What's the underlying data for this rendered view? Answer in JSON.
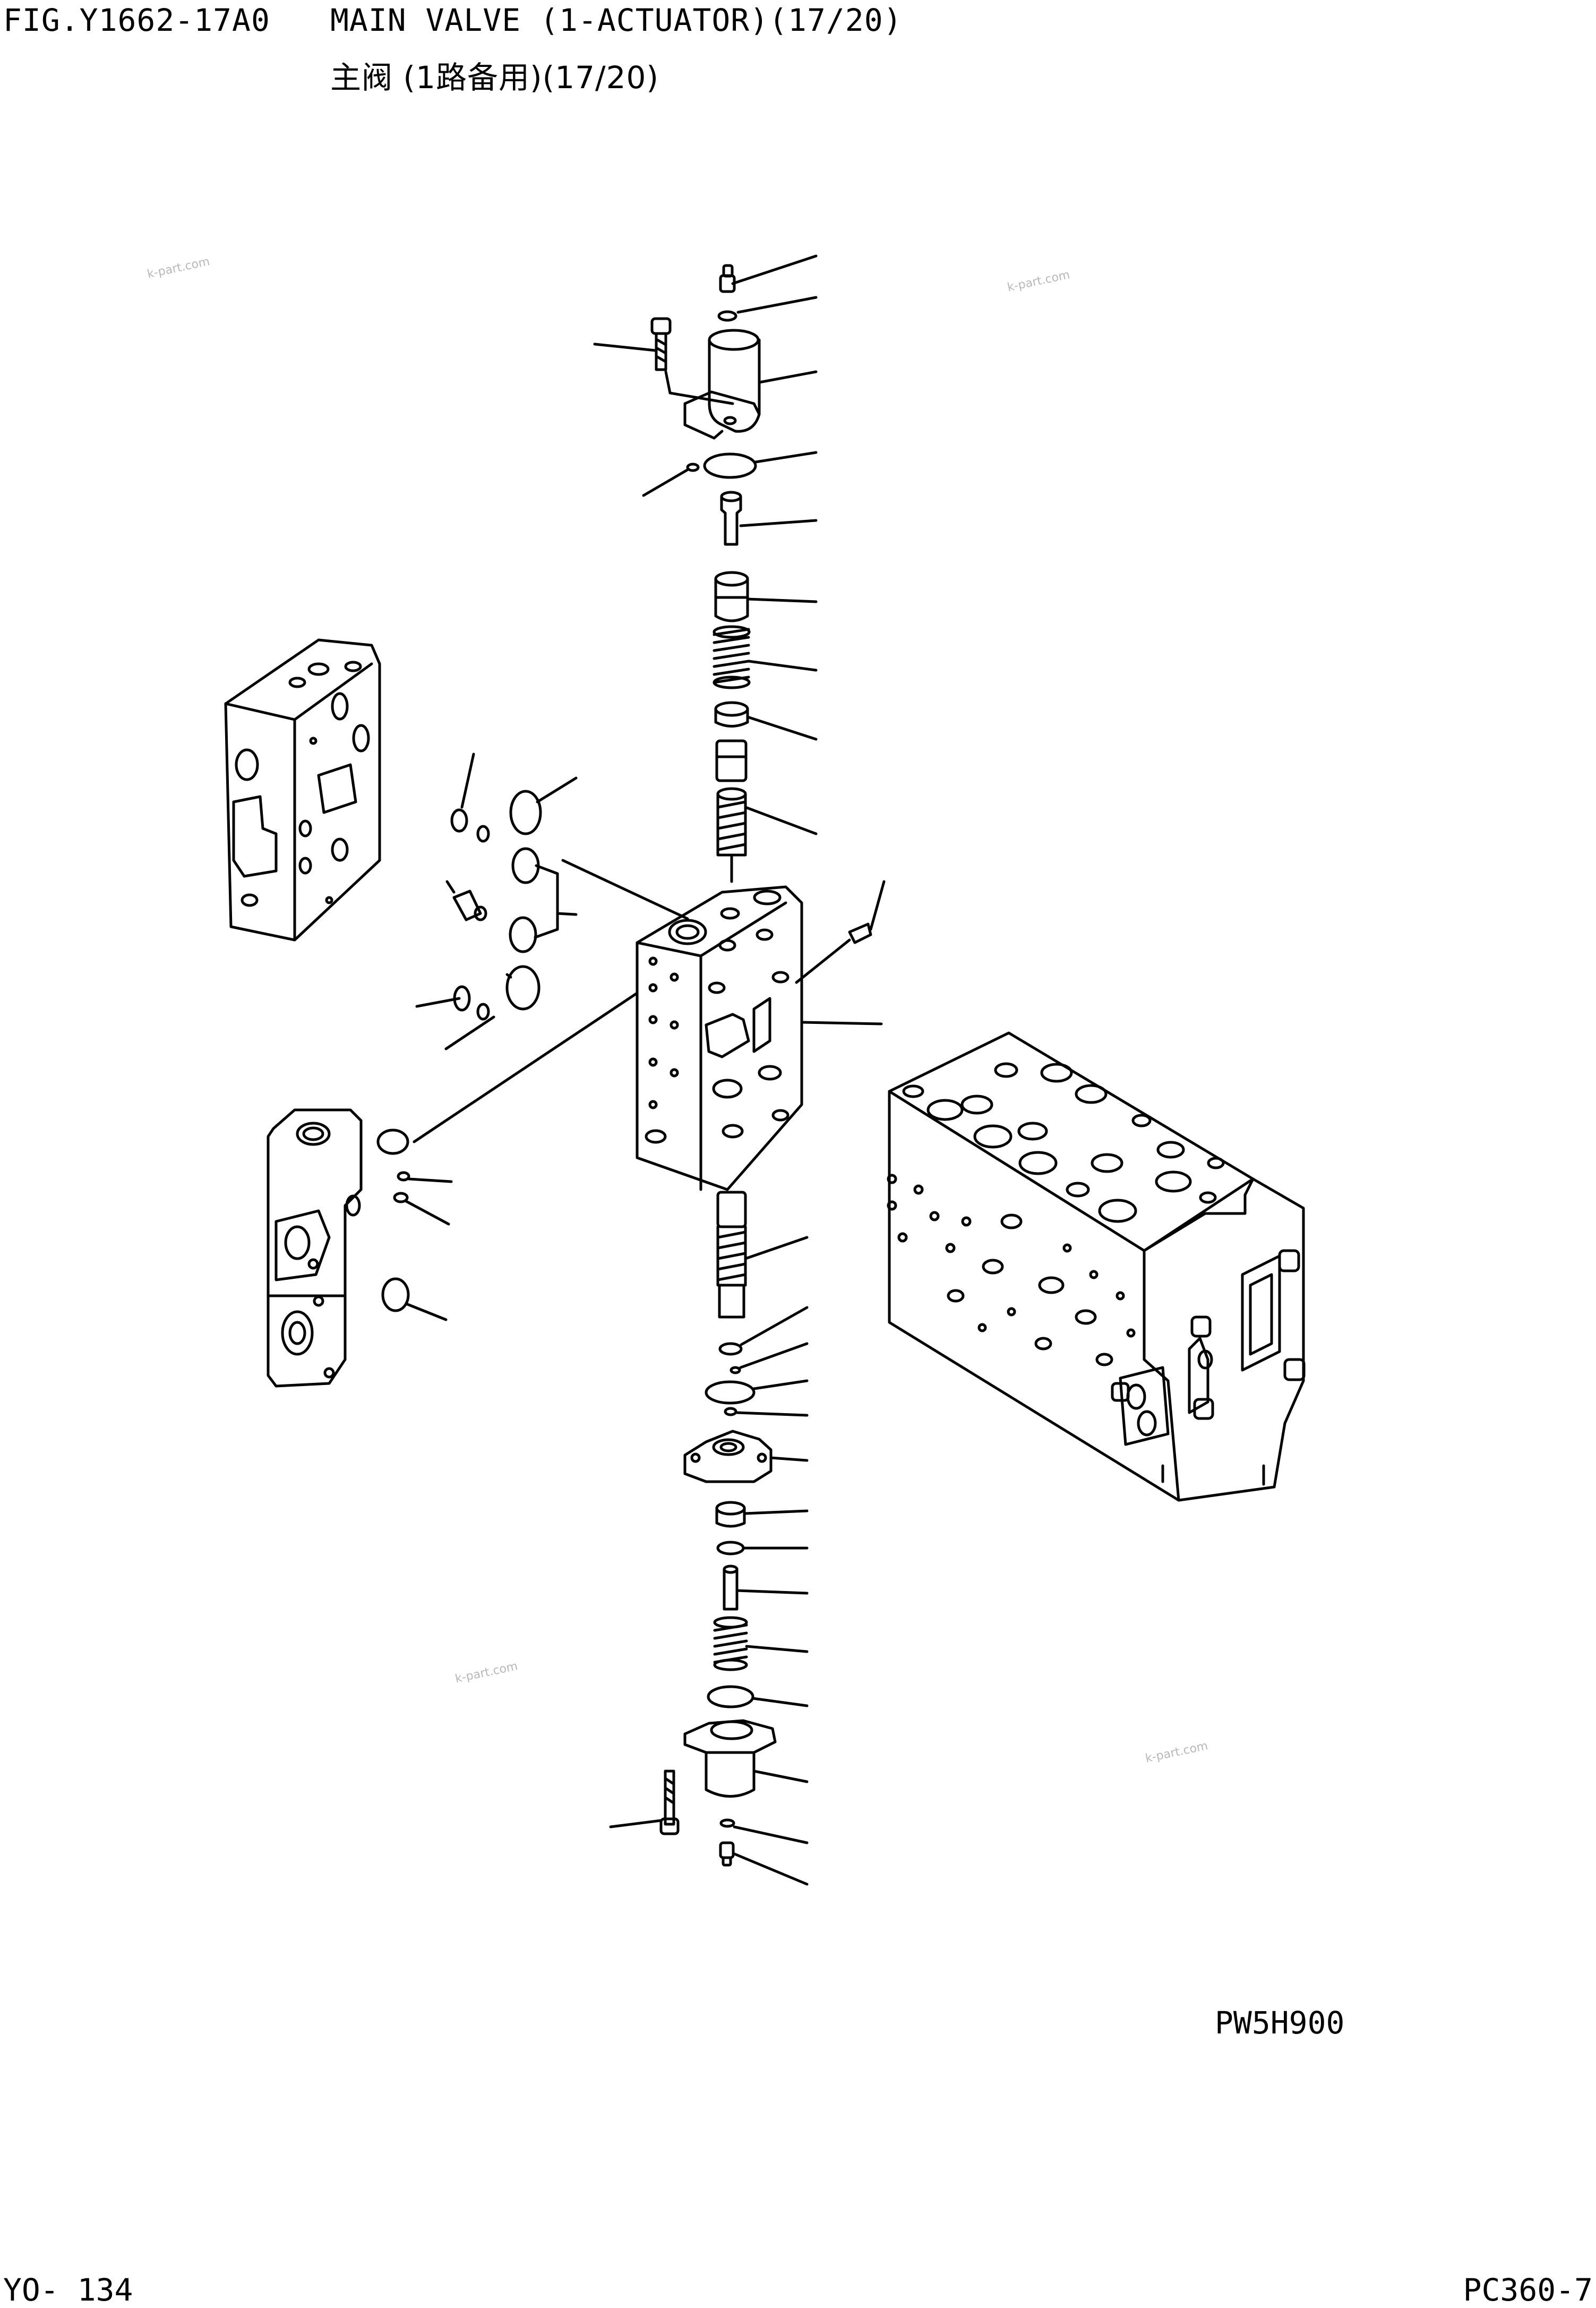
{
  "header": {
    "fig_id": "FIG.Y1662-17A0",
    "title_en": "MAIN VALVE (1-ACTUATOR)(17/20)",
    "title_cn": "主阀 (1路备用)(17/20)"
  },
  "drawing": {
    "reference_code": "PW5H900",
    "watermark": "k-part.com"
  },
  "footer": {
    "page_number": "YO- 134",
    "model": "PC360-7"
  }
}
